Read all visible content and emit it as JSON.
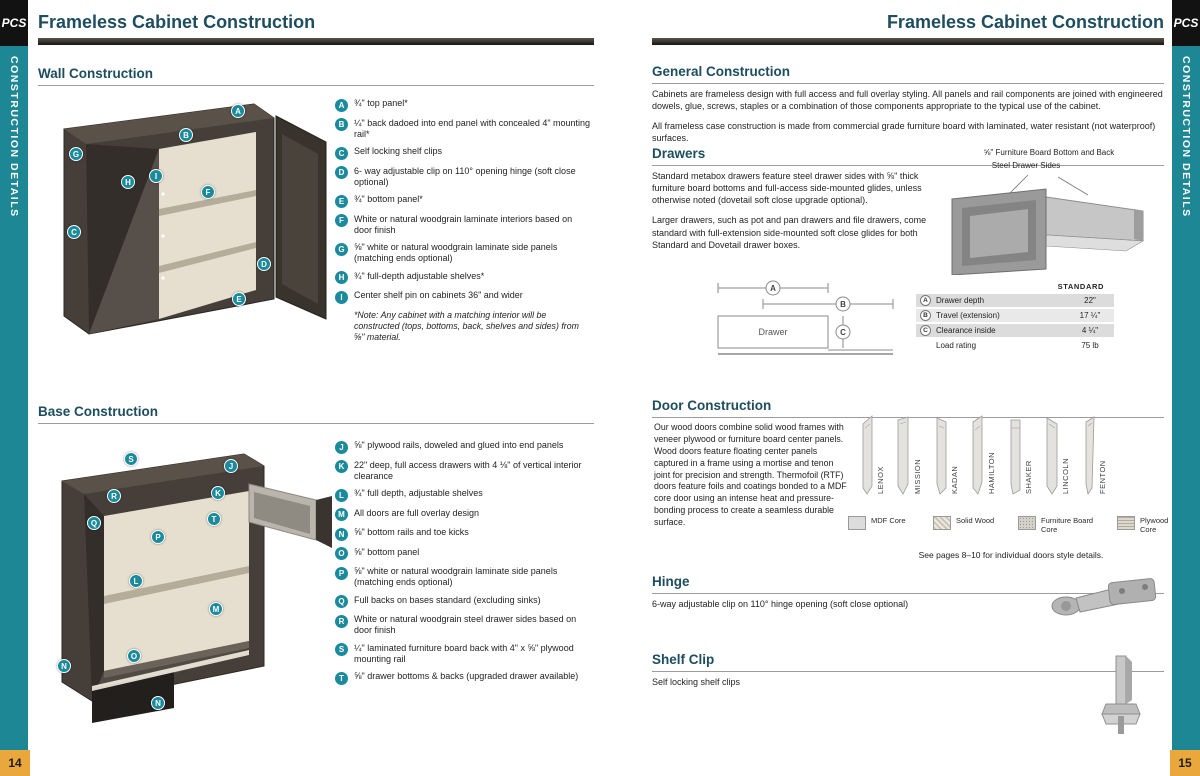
{
  "colors": {
    "teal": "#1d8796",
    "heading": "#1d4d5e",
    "gold": "#e9a73c",
    "callout": "#1a8a9c"
  },
  "left_page": {
    "logo": "PCS",
    "sidebar_label": "CONSTRUCTION DETAILS",
    "page_number": "14",
    "title": "Frameless Cabinet Construction",
    "wall": {
      "heading": "Wall Construction",
      "items": [
        {
          "letter": "A",
          "text": "¾\" top panel*"
        },
        {
          "letter": "B",
          "text": "¼\" back dadoed into end panel with concealed 4\" mounting rail*"
        },
        {
          "letter": "C",
          "text": "Self locking shelf clips"
        },
        {
          "letter": "D",
          "text": "6- way adjustable clip on 110° opening hinge (soft close optional)"
        },
        {
          "letter": "E",
          "text": "¾\" bottom panel*"
        },
        {
          "letter": "F",
          "text": "White or natural woodgrain laminate interiors based on door finish"
        },
        {
          "letter": "G",
          "text": "⅝\" white or natural woodgrain laminate side panels (matching ends optional)"
        },
        {
          "letter": "H",
          "text": "¾\" full-depth adjustable shelves*"
        },
        {
          "letter": "I",
          "text": "Center shelf pin on cabinets 36\" and wider"
        }
      ],
      "note": "*Note: Any cabinet with a matching interior will be constructed (tops, bottoms, back, shelves and sides) from ⅝\" material."
    },
    "base": {
      "heading": "Base Construction",
      "items": [
        {
          "letter": "J",
          "text": "⅝\" plywood rails, doweled and glued into end panels"
        },
        {
          "letter": "K",
          "text": "22\" deep, full access drawers with 4 ⅛\" of vertical interior clearance"
        },
        {
          "letter": "L",
          "text": "¾\" full depth, adjustable shelves"
        },
        {
          "letter": "M",
          "text": "All doors are full overlay design"
        },
        {
          "letter": "N",
          "text": "⅝\" bottom rails and toe kicks"
        },
        {
          "letter": "O",
          "text": "⅝\" bottom panel"
        },
        {
          "letter": "P",
          "text": "⅝\" white or natural woodgrain laminate side panels (matching ends optional)"
        },
        {
          "letter": "Q",
          "text": "Full backs on bases standard (excluding sinks)"
        },
        {
          "letter": "R",
          "text": "White or natural woodgrain steel drawer sides based on door finish"
        },
        {
          "letter": "S",
          "text": "¼\" laminated furniture board back with 4\" x ⅝\" plywood mounting rail"
        },
        {
          "letter": "T",
          "text": "⅝\" drawer bottoms & backs (upgraded drawer available)"
        }
      ]
    }
  },
  "right_page": {
    "logo": "PCS",
    "sidebar_label": "CONSTRUCTION DETAILS",
    "page_number": "15",
    "title": "Frameless Cabinet Construction",
    "general": {
      "heading": "General Construction",
      "paragraphs": [
        "Cabinets are frameless design with full access and full overlay styling. All panels and rail components are joined with engineered dowels, glue, screws, staples or a combination of those components appropriate to the typical use of the cabinet.",
        "All frameless case construction is made from commercial grade furniture board with laminated, water resistant (not waterproof) surfaces."
      ]
    },
    "drawers": {
      "heading": "Drawers",
      "paragraphs": [
        "Standard metabox drawers feature steel drawer sides with ⅝\" thick furniture board bottoms and full-access side-mounted glides, unless otherwise noted (dovetail soft close upgrade optional).",
        "Larger drawers, such as pot and pan drawers and file drawers, come standard with full-extension side-mounted soft close glides for both Standard and Dovetail drawer boxes."
      ],
      "callout_labels": {
        "bottom_back": "⅝\" Furniture Board Bottom and Back",
        "sides": "Steel Drawer Sides"
      },
      "diagram_label": "Drawer",
      "table": {
        "column_header": "STANDARD",
        "rows": [
          {
            "letter": "A",
            "label": "Drawer depth",
            "value": "22\""
          },
          {
            "letter": "B",
            "label": "Travel (extension)",
            "value": "17 ¼\""
          },
          {
            "letter": "C",
            "label": "Clearance inside",
            "value": "4 ¼\""
          },
          {
            "letter": "",
            "label": "Load rating",
            "value": "75 lb"
          }
        ]
      }
    },
    "door": {
      "heading": "Door Construction",
      "paragraph": "Our wood doors combine solid wood frames with veneer plywood or furniture board center panels. Wood doors feature floating center panels captured in a frame using a mortise and tenon joint for precision and strength. Thermofoil (RTF) doors feature foils and coatings bonded to a MDF core door using an intense heat and pressure-bonding process to create a seamless durable surface.",
      "styles": [
        "LENOX",
        "MISSION",
        "KADAN",
        "HAMILTON",
        "SHAKER",
        "LINCOLN",
        "FENTON"
      ],
      "cores": [
        "MDF Core",
        "Solid Wood",
        "Furniture Board Core",
        "Plywood Core"
      ],
      "note": "See pages 8–10 for individual doors style details."
    },
    "hinge": {
      "heading": "Hinge",
      "text": "6-way adjustable clip on 110° hinge opening (soft close optional)"
    },
    "shelf_clip": {
      "heading": "Shelf Clip",
      "text": "Self locking shelf clips"
    }
  }
}
